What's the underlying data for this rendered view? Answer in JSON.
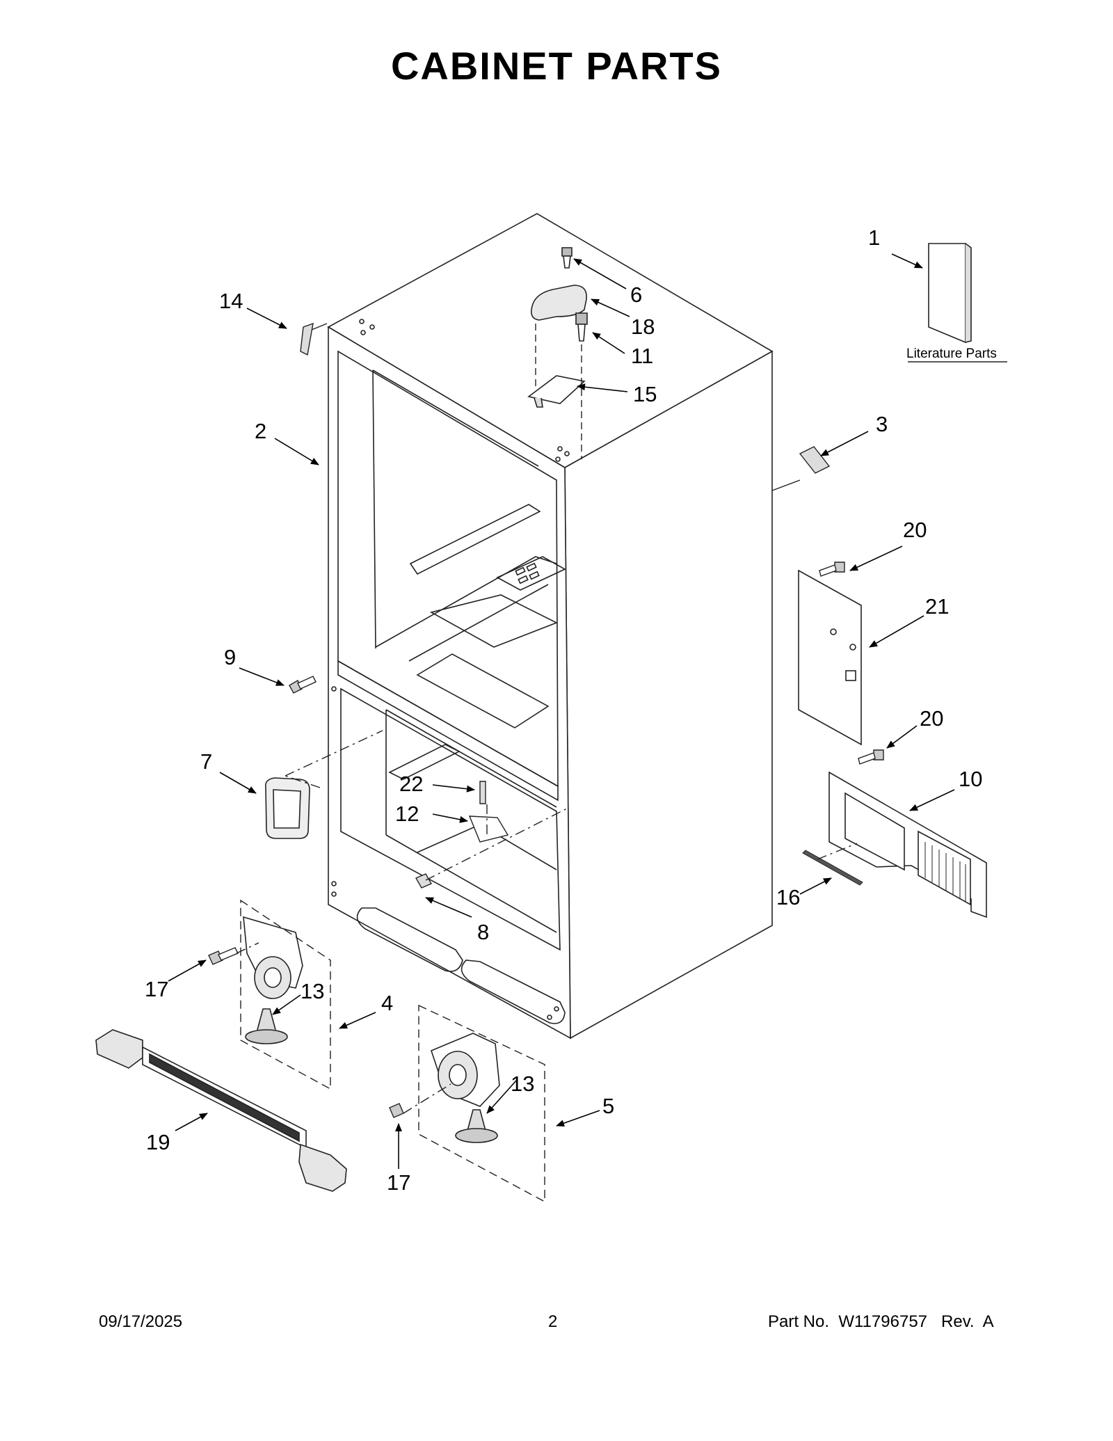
{
  "title": "CABINET PARTS",
  "literature_label": "Literature Parts",
  "callouts": {
    "c1": "1",
    "c2": "2",
    "c3": "3",
    "c4": "4",
    "c5": "5",
    "c6": "6",
    "c7": "7",
    "c8": "8",
    "c9": "9",
    "c10": "10",
    "c11": "11",
    "c12": "12",
    "c13a": "13",
    "c13b": "13",
    "c14": "14",
    "c15": "15",
    "c16": "16",
    "c17a": "17",
    "c17b": "17",
    "c18": "18",
    "c19": "19",
    "c20a": "20",
    "c20b": "20",
    "c21": "21",
    "c22": "22"
  },
  "footer": {
    "date": "09/17/2025",
    "page": "2",
    "part": "Part No.  W11796757   Rev.  A"
  }
}
